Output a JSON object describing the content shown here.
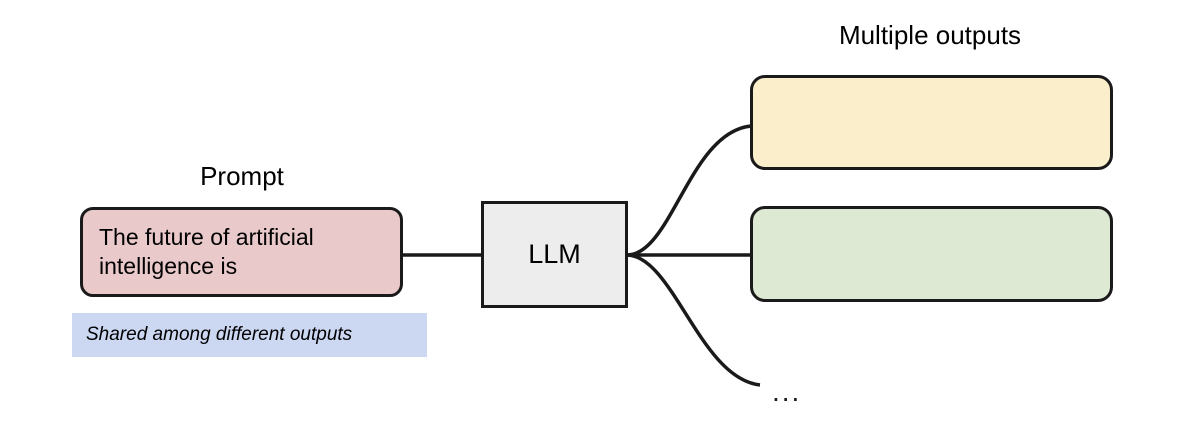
{
  "diagram": {
    "title_hidden": "",
    "labels": {
      "prompt": "Prompt",
      "multiple_outputs": "Multiple outputs"
    },
    "prompt_node": {
      "text": "The future of artificial\nintelligence is",
      "fill_color": "#e9c9c9",
      "border_color": "#1a1a1a"
    },
    "model_node": {
      "text": "LLM",
      "fill_color": "#ededed",
      "border_color": "#1a1a1a"
    },
    "outputs": [
      {
        "name": "output-1",
        "text": "",
        "fill_color": "#faeecb",
        "border_color": "#1a1a1a"
      },
      {
        "name": "output-2",
        "text": "",
        "fill_color": "#dde9d2",
        "border_color": "#1a1a1a"
      }
    ],
    "more_outputs_indicator": "...",
    "annotation_banner": {
      "text": "Shared among different outputs",
      "fill_color": "#ccd7f2"
    },
    "edges": {
      "stroke_color": "#1a1a1a",
      "prompt_to_model": "straight",
      "model_to_output_1": "curve-up",
      "model_to_output_2": "straight",
      "model_to_more": "curve-down"
    }
  }
}
